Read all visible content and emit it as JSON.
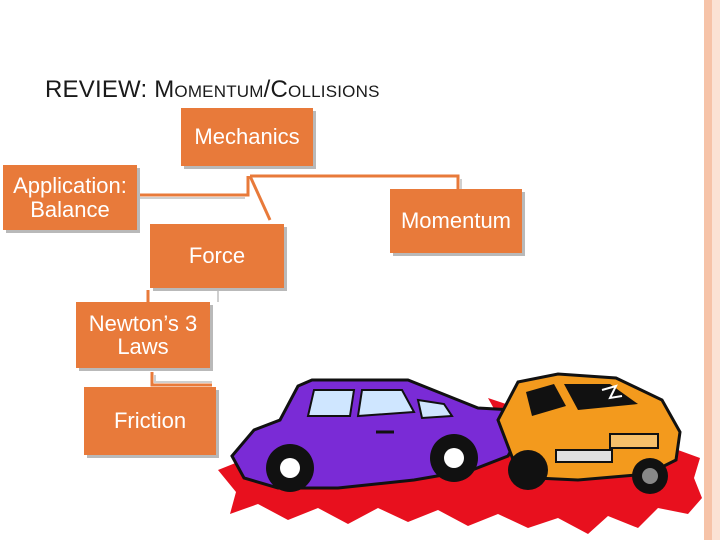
{
  "slide": {
    "title_prefix": "REVIEW: ",
    "title_m": "M",
    "title_omentum": "OMENTUM",
    "title_slash": "/",
    "title_c": "C",
    "title_ollisions": "OLLISIONS"
  },
  "nodes": {
    "mechanics": "Mechanics",
    "application_line1": "Application:",
    "application_line2": "Balance",
    "momentum": "Momentum",
    "force": "Force",
    "newtons_line1": "Newton’s 3",
    "newtons_line2": "Laws",
    "friction": "Friction"
  },
  "colors": {
    "node_fill": "#e87a3a",
    "connector": "#e87a3a",
    "accent_border": "#f6c3a8",
    "car_left": "#7a2bd6",
    "car_right": "#f39a1d",
    "impact": "#e8101e"
  },
  "illustration": "car-collision-clipart"
}
